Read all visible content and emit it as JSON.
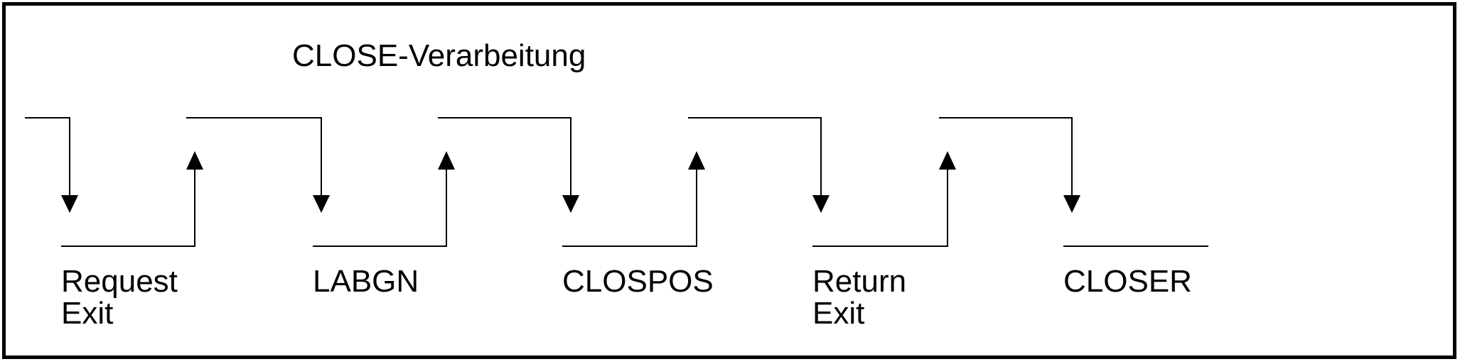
{
  "title": "CLOSE-Verarbeitung",
  "steps": [
    {
      "id": "request-exit",
      "label_lines": [
        "Request",
        "Exit"
      ],
      "has_call_arrow": true,
      "has_return_arrow": true
    },
    {
      "id": "labgn",
      "label_lines": [
        "LABGN"
      ],
      "has_call_arrow": true,
      "has_return_arrow": true
    },
    {
      "id": "clospos",
      "label_lines": [
        "CLOSPOS"
      ],
      "has_call_arrow": true,
      "has_return_arrow": true
    },
    {
      "id": "return-exit",
      "label_lines": [
        "Return",
        "Exit"
      ],
      "has_call_arrow": true,
      "has_return_arrow": true
    },
    {
      "id": "closer",
      "label_lines": [
        "CLOSER"
      ],
      "has_call_arrow": true,
      "has_return_arrow": false
    }
  ],
  "colors": {
    "line": "#000000",
    "text": "#000000",
    "border": "#000000",
    "background": "#ffffff"
  }
}
